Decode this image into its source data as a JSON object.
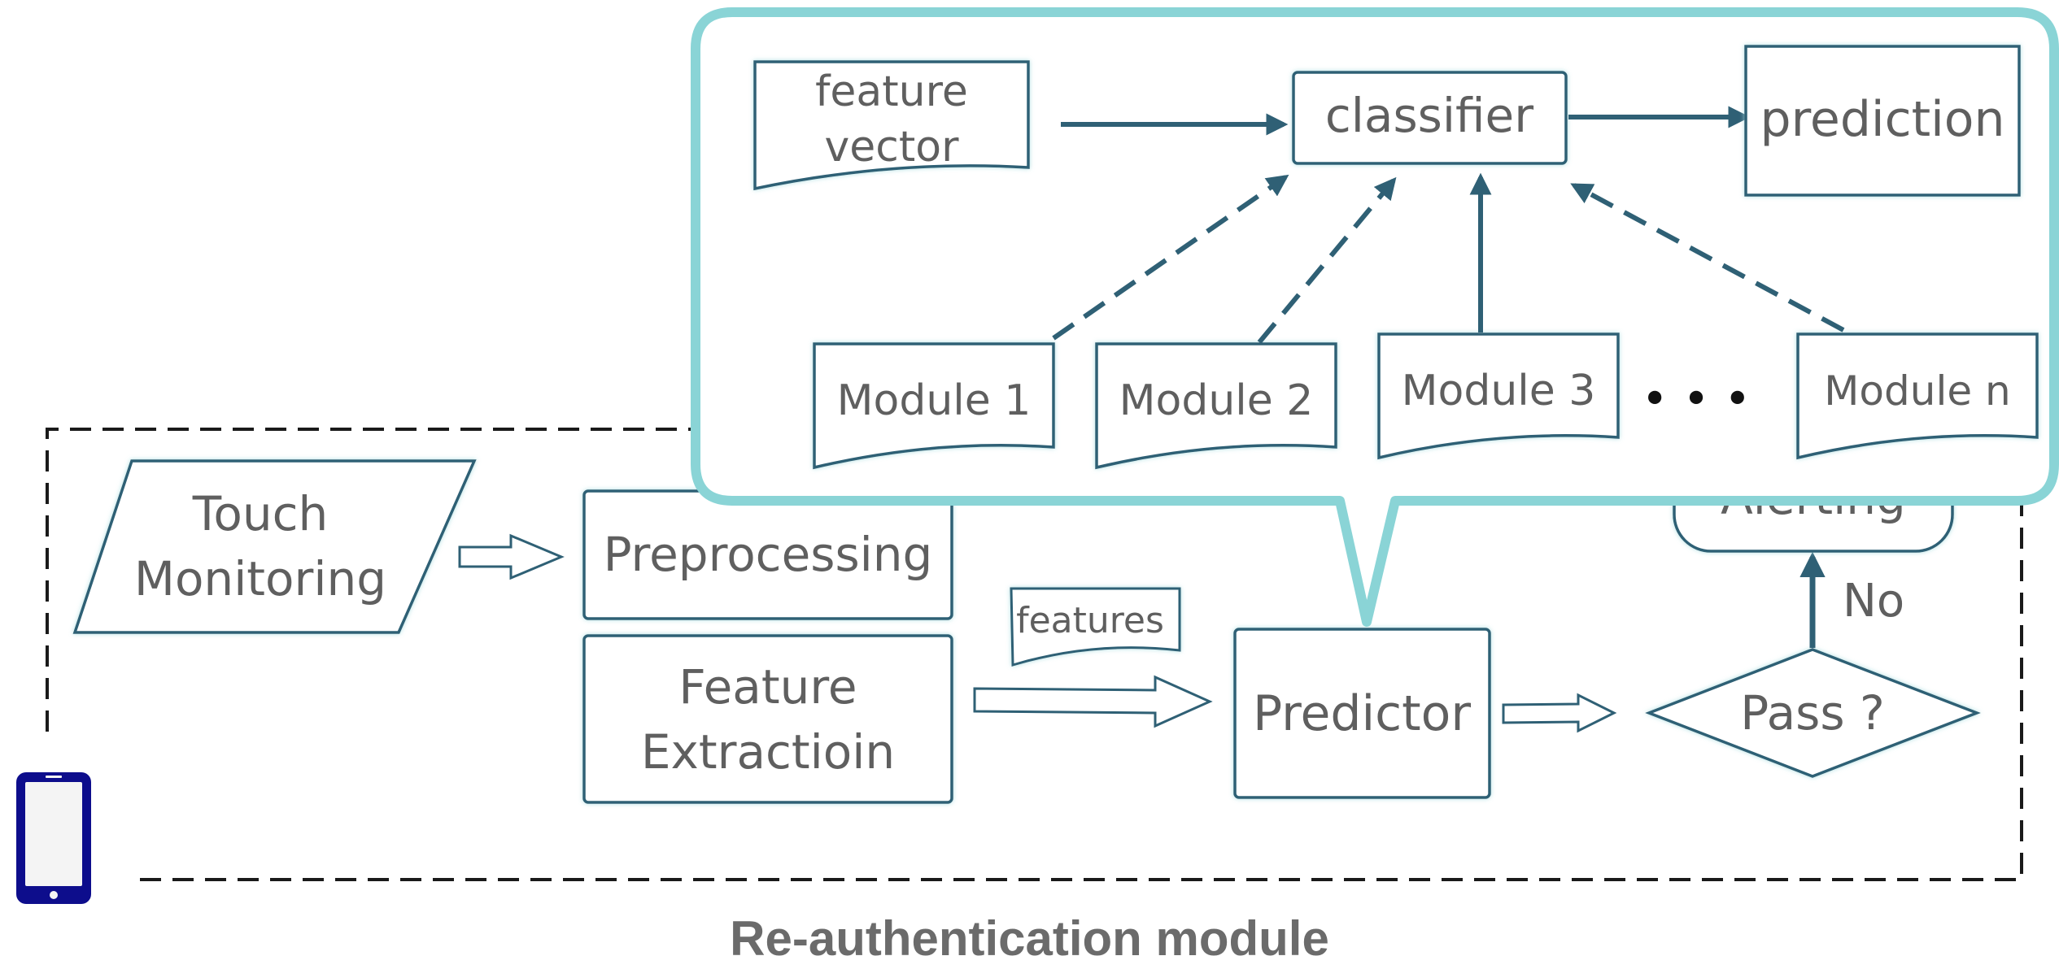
{
  "colors": {
    "stroke": "#2f6075",
    "callout": "#8ad4d6",
    "text": "#5f5f5f",
    "caption": "#6b6b6b",
    "phone": "#0d0d8c"
  },
  "icons": {
    "device": "smartphone-icon"
  },
  "outer": {
    "touch": [
      "Touch",
      "Monitoring"
    ],
    "preprocessing": "Preprocessing",
    "feature_extraction": [
      "Feature",
      "Extractioin"
    ],
    "features_tag": "features",
    "predictor": "Predictor",
    "pass": "Pass ?",
    "no": "No",
    "alerting": "Alerting"
  },
  "callout": {
    "feature_vector": [
      "feature",
      "vector"
    ],
    "classifier": "classifier",
    "prediction": "prediction",
    "modules": [
      "Module 1",
      "Module 2",
      "Module 3",
      "Module n"
    ],
    "ellipsis": "• • •"
  },
  "caption": "Re-authentication module"
}
